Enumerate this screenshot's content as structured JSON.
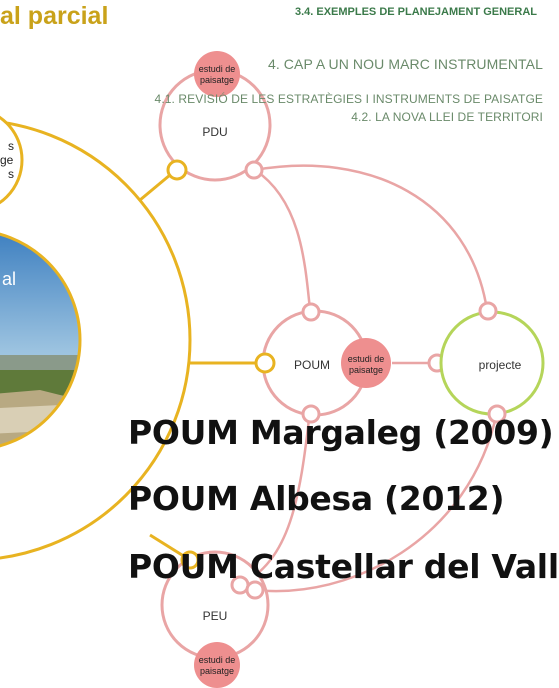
{
  "header": {
    "title": "al parcial",
    "section": "3.4. EXEMPLES DE PLANEJAMENT GENERAL",
    "nav": [
      "4. CAP A UN NOU MARC INSTRUMENTAL",
      "4.1. REVISIÓ DE LES ESTRATÈGIES I INSTRUMENTS DE PAISATGE",
      "4.2. LA NOVA LLEI DE TERRITORI"
    ]
  },
  "diagram": {
    "left_circle_fragment": [
      "s",
      "ge",
      "s"
    ],
    "center_fragment": "al",
    "nodes": {
      "pdu": "PDU",
      "poum": "POUM",
      "peu": "PEU",
      "projecte": "projecte"
    },
    "badge_label": "estudi de paisatge",
    "colors": {
      "gold": "#e8b321",
      "pink": "#e9a5a5",
      "badge": "#ee8f8f",
      "green": "#b5d55a",
      "title": "#c9a21a",
      "section": "#3b7a4a"
    }
  },
  "examples": [
    "POUM Margaleg (2009)",
    "POUM Albesa (2012)",
    "POUM Castellar del Vall"
  ]
}
